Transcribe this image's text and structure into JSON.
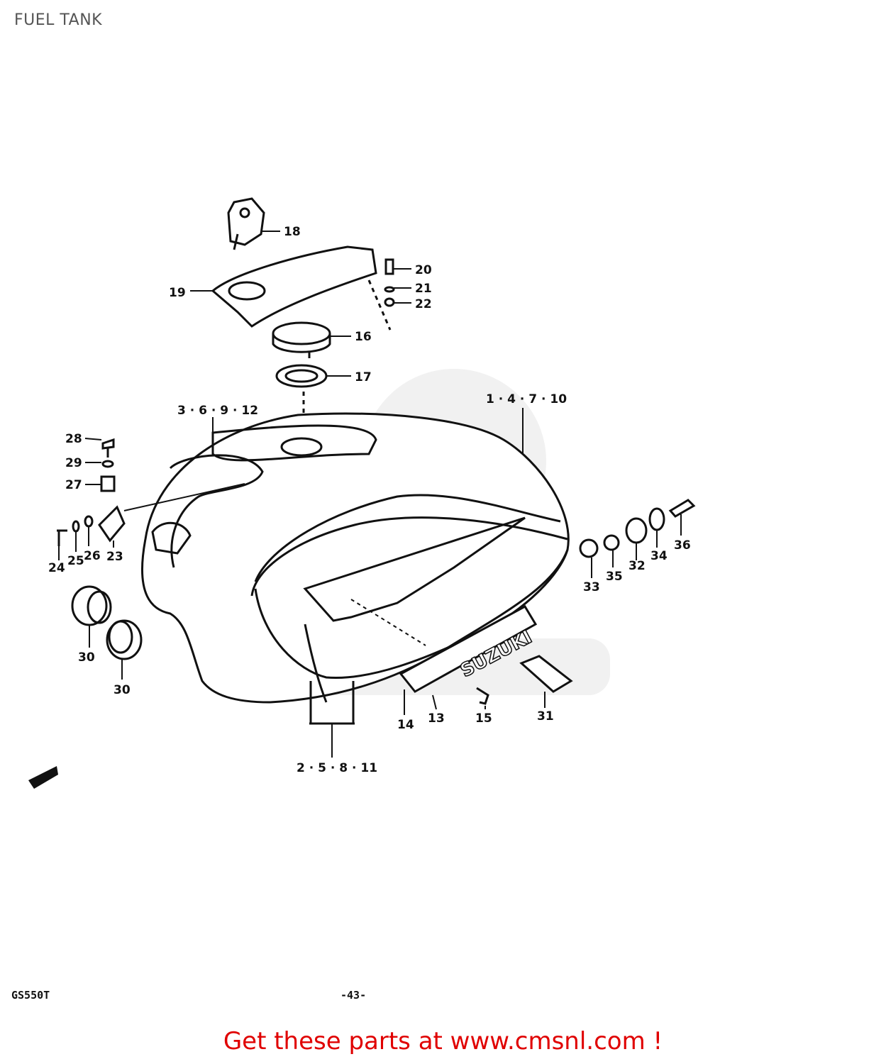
{
  "page": {
    "title": "FUEL TANK"
  },
  "diagram": {
    "callouts": [
      {
        "id": "c18",
        "text": "18"
      },
      {
        "id": "c19",
        "text": "19"
      },
      {
        "id": "c20",
        "text": "20"
      },
      {
        "id": "c21",
        "text": "21"
      },
      {
        "id": "c22",
        "text": "22"
      },
      {
        "id": "c16",
        "text": "16"
      },
      {
        "id": "c17",
        "text": "17"
      },
      {
        "id": "c1",
        "text": "1 · 4 · 7 · 10"
      },
      {
        "id": "c3",
        "text": "3 · 6 · 9 · 12"
      },
      {
        "id": "c28",
        "text": "28"
      },
      {
        "id": "c29",
        "text": "29"
      },
      {
        "id": "c27",
        "text": "27"
      },
      {
        "id": "c24",
        "text": "24"
      },
      {
        "id": "c25",
        "text": "25"
      },
      {
        "id": "c26",
        "text": "26"
      },
      {
        "id": "c23",
        "text": "23"
      },
      {
        "id": "c30a",
        "text": "30"
      },
      {
        "id": "c30b",
        "text": "30"
      },
      {
        "id": "c33",
        "text": "33"
      },
      {
        "id": "c35",
        "text": "35"
      },
      {
        "id": "c32",
        "text": "32"
      },
      {
        "id": "c34",
        "text": "34"
      },
      {
        "id": "c36",
        "text": "36"
      },
      {
        "id": "c14",
        "text": "14"
      },
      {
        "id": "c13",
        "text": "13"
      },
      {
        "id": "c15",
        "text": "15"
      },
      {
        "id": "c31",
        "text": "31"
      },
      {
        "id": "c2",
        "text": "2 · 5 · 8 · 11"
      }
    ],
    "emblem_text": "SUZUKI"
  },
  "footer": {
    "model": "GS550T",
    "page_number": "-43-",
    "promo_text": "Get these parts at www.cmsnl.com !",
    "promo_color": "#e00000"
  }
}
